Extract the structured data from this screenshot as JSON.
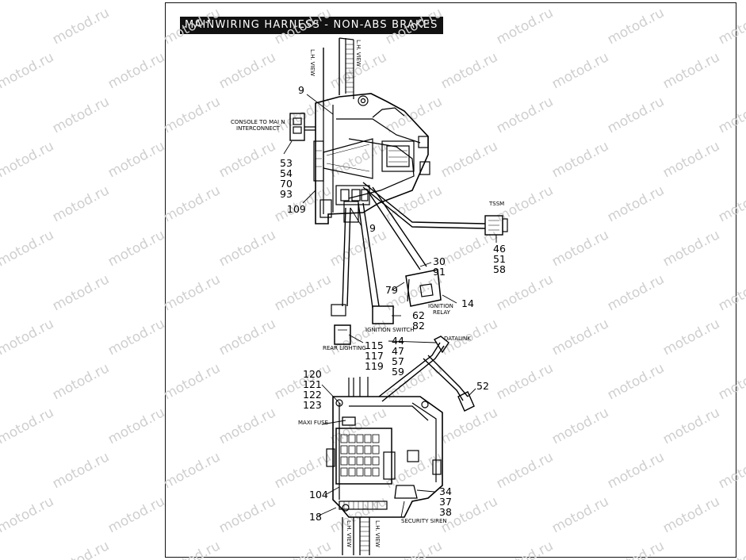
{
  "title": "MAINWIRING HARNESS - NON-ABS BRAKES",
  "watermark": "motod.ru",
  "callouts": {
    "c9a": "9",
    "c9b": "9",
    "c53": "53",
    "c54": "54",
    "c70": "70",
    "c93": "93",
    "c109": "109",
    "c46": "46",
    "c51": "51",
    "c58": "58",
    "c30": "30",
    "c91": "91",
    "c79": "79",
    "c14": "14",
    "c62": "62",
    "c82": "82",
    "c44": "44",
    "c47": "47",
    "c57": "57",
    "c59": "59",
    "c115": "115",
    "c117": "117",
    "c119": "119",
    "c52": "52",
    "c120": "120",
    "c121": "121",
    "c122": "122",
    "c123": "123",
    "c104": "104",
    "c18": "18",
    "c34": "34",
    "c37": "37",
    "c38": "38"
  },
  "labels": {
    "console_line1": "CONSOLE TO MAI N",
    "console_line2": "INTERCONNECT",
    "tssm": "TSSM",
    "ignition_relay_line1": "IGNITION",
    "ignition_relay_line2": "RELAY",
    "ignition_switch": "IGNITION SWITCH",
    "rear_lighting": "REAR LIGHTING",
    "datalink": "DATALINK",
    "maxi_fuse": "MAXI FUSE",
    "security_siren": "SECURITY SIREN",
    "frame_tag_top_left": "L.H. VIEW",
    "frame_tag_top_right": "L.H. VIEW",
    "frame_tag_bottom_left": "L.H. VIEW",
    "frame_tag_bottom_right": "L.H. VIEW"
  }
}
